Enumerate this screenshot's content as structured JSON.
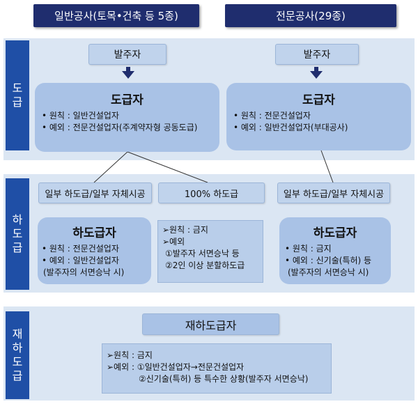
{
  "headers": {
    "left": "일반공사(토목•건축 등 5종)",
    "right": "전문공사(29종)"
  },
  "bands": {
    "dogeup": [
      "도",
      "급"
    ],
    "hadogeup": [
      "하",
      "도",
      "급"
    ],
    "jaehadogeup": [
      "재",
      "하",
      "도",
      "급"
    ]
  },
  "left": {
    "orderer": "발주자",
    "contractor": {
      "title": "도급자",
      "lines": [
        "• 원칙 : 일반건설업자",
        "• 예외 : 전문건설업자(주계약자형 공동도급)"
      ]
    },
    "partial": "일부 하도급/일부 자체시공",
    "full": "100% 하도급",
    "sub": {
      "title": "하도급자",
      "lines": [
        "• 원칙 : 전문건설업자",
        "• 예외 : 일반건설업자",
        "(발주자의 서면승낙 시)"
      ]
    },
    "full_box": {
      "lines": [
        "➢원칙 : 금지",
        "➢예외",
        "①발주자 서면승낙 등",
        "②2인 이상 분할하도급"
      ]
    }
  },
  "right": {
    "orderer": "발주자",
    "contractor": {
      "title": "도급자",
      "lines": [
        "• 원칙 : 전문건설업자",
        "• 예외 : 일반건설업자(부대공사)"
      ]
    },
    "partial": "일부 하도급/일부 자체시공",
    "sub": {
      "title": "하도급자",
      "lines": [
        "• 원칙 : 금지",
        "• 예외 : 신기술(특허) 등",
        "(발주자의 서면승낙 시)"
      ]
    }
  },
  "resub": {
    "title": "재하도급자",
    "lines": [
      "➢원칙 : 금지",
      "➢예외 : ①일반건설업자→전문건설업자",
      "②신기술(특허) 등 특수한 상황(발주자 서면승낙)"
    ]
  },
  "colors": {
    "header": "#1f2d6e",
    "side": "#1f4fa6",
    "band": "#dbe6f3",
    "card": "#a9c2e6"
  }
}
